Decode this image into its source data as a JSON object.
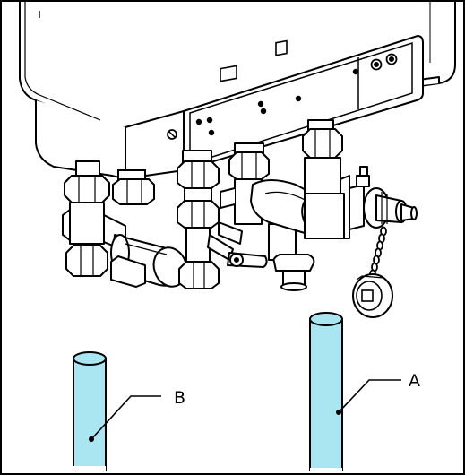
{
  "labels": {
    "pipe_a": "A",
    "pipe_b": "B"
  },
  "colors": {
    "pipe_fill": "#a9e6f2",
    "line": "#000000",
    "background": "#ffffff"
  },
  "components": {
    "boiler": "boiler-casing",
    "control_panel": "control-panel",
    "valves": [
      "left-valve",
      "middle-valve",
      "center-valve",
      "right-valve"
    ],
    "drain_cap": "drain-cap-on-chain"
  }
}
